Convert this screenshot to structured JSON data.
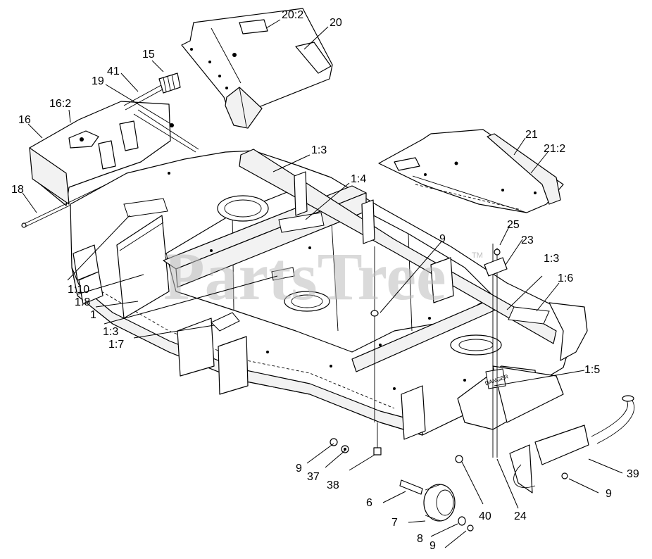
{
  "watermark": {
    "text": "PartsTree",
    "trademark": "TM"
  },
  "decal_text": {
    "danger": "DANGER"
  },
  "callouts": [
    {
      "id": "c-20-2",
      "label": "20:2"
    },
    {
      "id": "c-20",
      "label": "20"
    },
    {
      "id": "c-15",
      "label": "15"
    },
    {
      "id": "c-41",
      "label": "41"
    },
    {
      "id": "c-19",
      "label": "19"
    },
    {
      "id": "c-16-2",
      "label": "16:2"
    },
    {
      "id": "c-16",
      "label": "16"
    },
    {
      "id": "c-18",
      "label": "18"
    },
    {
      "id": "c-1-3a",
      "label": "1:3"
    },
    {
      "id": "c-1-4",
      "label": "1:4"
    },
    {
      "id": "c-21",
      "label": "21"
    },
    {
      "id": "c-21-2",
      "label": "21:2"
    },
    {
      "id": "c-25",
      "label": "25"
    },
    {
      "id": "c-23",
      "label": "23"
    },
    {
      "id": "c-9a",
      "label": "9"
    },
    {
      "id": "c-1-3b",
      "label": "1:3"
    },
    {
      "id": "c-1-6",
      "label": "1:6"
    },
    {
      "id": "c-1-10",
      "label": "1:10"
    },
    {
      "id": "c-1-8",
      "label": "1:8"
    },
    {
      "id": "c-1",
      "label": "1"
    },
    {
      "id": "c-1-3c",
      "label": "1:3"
    },
    {
      "id": "c-1-7",
      "label": "1:7"
    },
    {
      "id": "c-1-5",
      "label": "1:5"
    },
    {
      "id": "c-9b",
      "label": "9"
    },
    {
      "id": "c-37",
      "label": "37"
    },
    {
      "id": "c-38",
      "label": "38"
    },
    {
      "id": "c-6",
      "label": "6"
    },
    {
      "id": "c-40",
      "label": "40"
    },
    {
      "id": "c-24",
      "label": "24"
    },
    {
      "id": "c-7",
      "label": "7"
    },
    {
      "id": "c-8",
      "label": "8"
    },
    {
      "id": "c-9c",
      "label": "9"
    },
    {
      "id": "c-39",
      "label": "39"
    },
    {
      "id": "c-9d",
      "label": "9"
    }
  ]
}
